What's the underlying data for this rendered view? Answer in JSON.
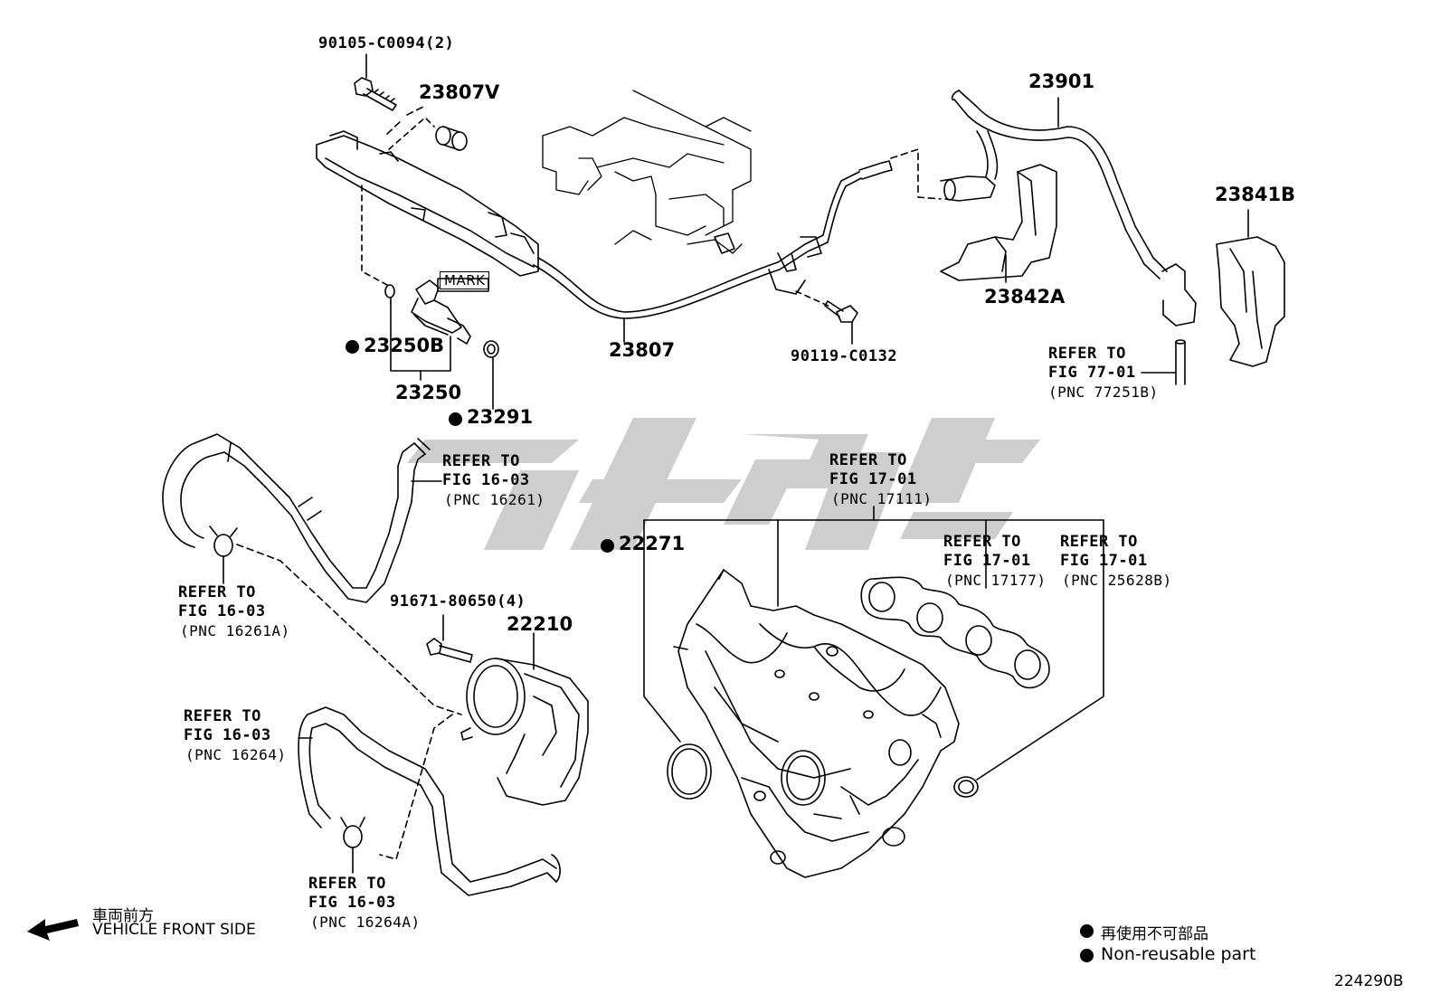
{
  "parts": {
    "p_90105": "90105-C0094(2)",
    "p_23807V": "23807V",
    "p_23250B": "23250B",
    "p_23250": "23250",
    "p_23291": "23291",
    "p_23807": "23807",
    "p_90119": "90119-C0132",
    "p_23901": "23901",
    "p_23842A": "23842A",
    "p_23841B": "23841B",
    "p_22271": "22271",
    "p_91671": "91671-80650(4)",
    "p_22210": "22210"
  },
  "mark_label": "MARK",
  "refs": [
    {
      "l1": "REFER TO",
      "l2": "FIG 77-01",
      "l3": "(PNC 77251B)"
    },
    {
      "l1": "REFER TO",
      "l2": "FIG 16-03",
      "l3": "(PNC 16261)"
    },
    {
      "l1": "REFER TO",
      "l2": "FIG 17-01",
      "l3": "(PNC 17111)"
    },
    {
      "l1": "REFER TO",
      "l2": "FIG 16-03",
      "l3": "(PNC 16261A)"
    },
    {
      "l1": "REFER TO",
      "l2": "FIG 17-01",
      "l3": "(PNC 17177)"
    },
    {
      "l1": "REFER TO",
      "l2": "FIG 17-01",
      "l3": "(PNC 25628B)"
    },
    {
      "l1": "REFER TO",
      "l2": "FIG 16-03",
      "l3": "(PNC 16264)"
    },
    {
      "l1": "REFER TO",
      "l2": "FIG 16-03",
      "l3": "(PNC 16264A)"
    }
  ],
  "front": {
    "jp": "車両前方",
    "en": "VEHICLE FRONT SIDE"
  },
  "legend": {
    "jp": "再使用不可部品",
    "en": "Non-reusable part"
  },
  "figure_id": "224290B",
  "colors": {
    "line": "#000000",
    "watermark": "#c8c8c8"
  }
}
